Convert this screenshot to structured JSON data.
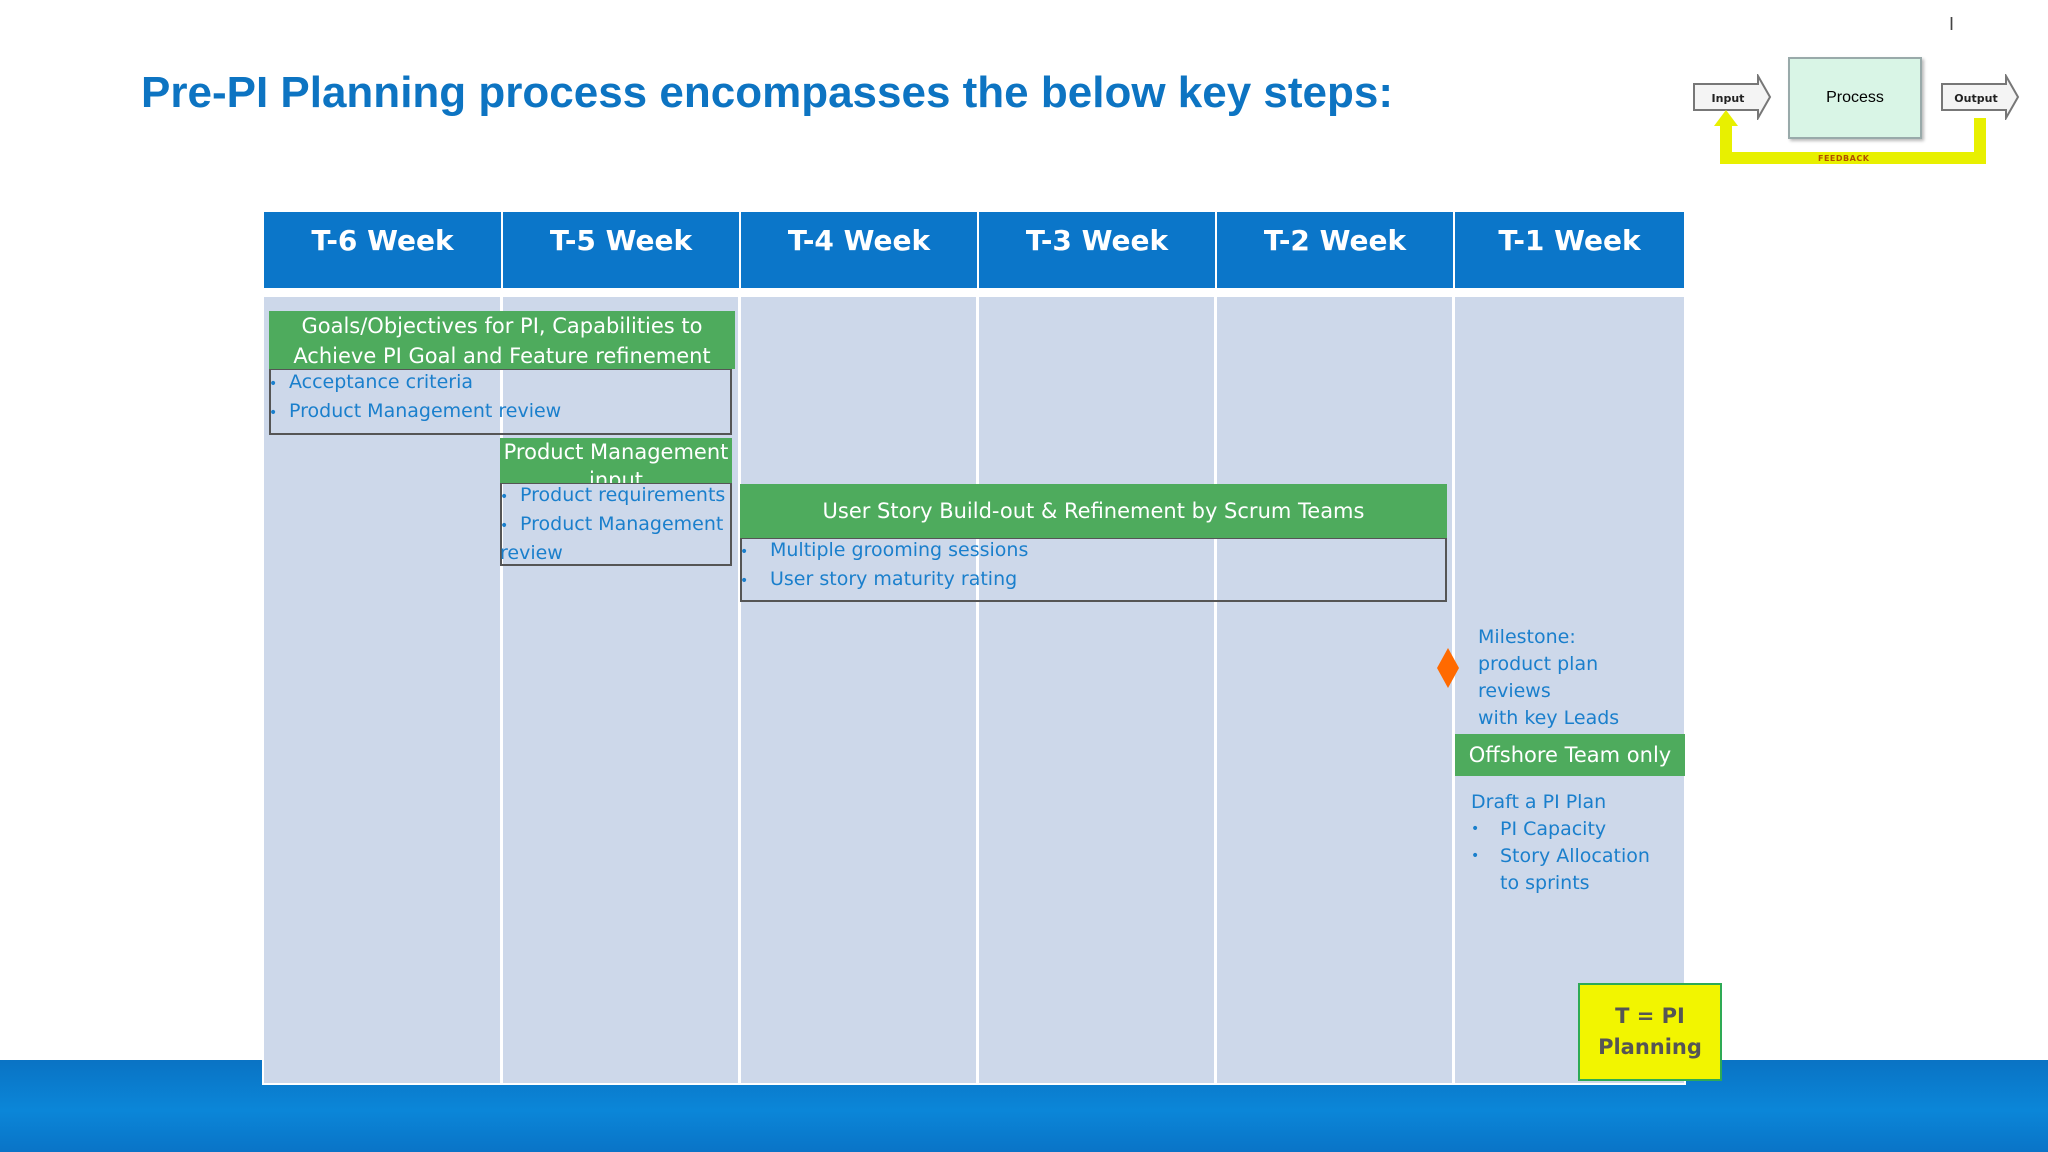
{
  "slide": {
    "page_marker": "I",
    "title": "Pre-PI Planning process encompasses the below key steps:"
  },
  "process_diagram": {
    "input_label": "Input",
    "process_label": "Process",
    "output_label": "Output",
    "feedback_label": "FEEDBACK"
  },
  "weeks": [
    "T-6 Week",
    "T-5 Week",
    "T-4 Week",
    "T-3 Week",
    "T-2 Week",
    "T-1 Week"
  ],
  "activities": {
    "goals": {
      "title": "Goals/Objectives for PI, Capabilities to Achieve PI Goal and Feature refinement",
      "bullets": [
        "Acceptance criteria",
        "Product Management review"
      ]
    },
    "pm_input": {
      "title": "Product Management input",
      "bullets": [
        "Product requirements",
        "Product Management",
        "review"
      ]
    },
    "user_story": {
      "title": "User Story Build-out & Refinement by Scrum Teams",
      "bullets": [
        "Multiple grooming sessions",
        "User story maturity rating"
      ]
    },
    "milestone": {
      "lines": [
        "Milestone:",
        "product plan",
        "reviews",
        "with key Leads"
      ]
    },
    "offshore": {
      "title": "Offshore Team only",
      "intro": "Draft a PI Plan",
      "bullets": [
        "PI Capacity",
        "Story Allocation",
        "to sprints"
      ]
    }
  },
  "legend": {
    "line1": "T = PI",
    "line2": "Planning"
  },
  "colors": {
    "header_blue": "#0b76c9",
    "grid_fill": "#cdd8ea",
    "activity_green": "#4eab5d",
    "text_blue": "#1a7fcc",
    "milestone_orange": "#ff6a00",
    "legend_yellow": "#f2f500"
  }
}
